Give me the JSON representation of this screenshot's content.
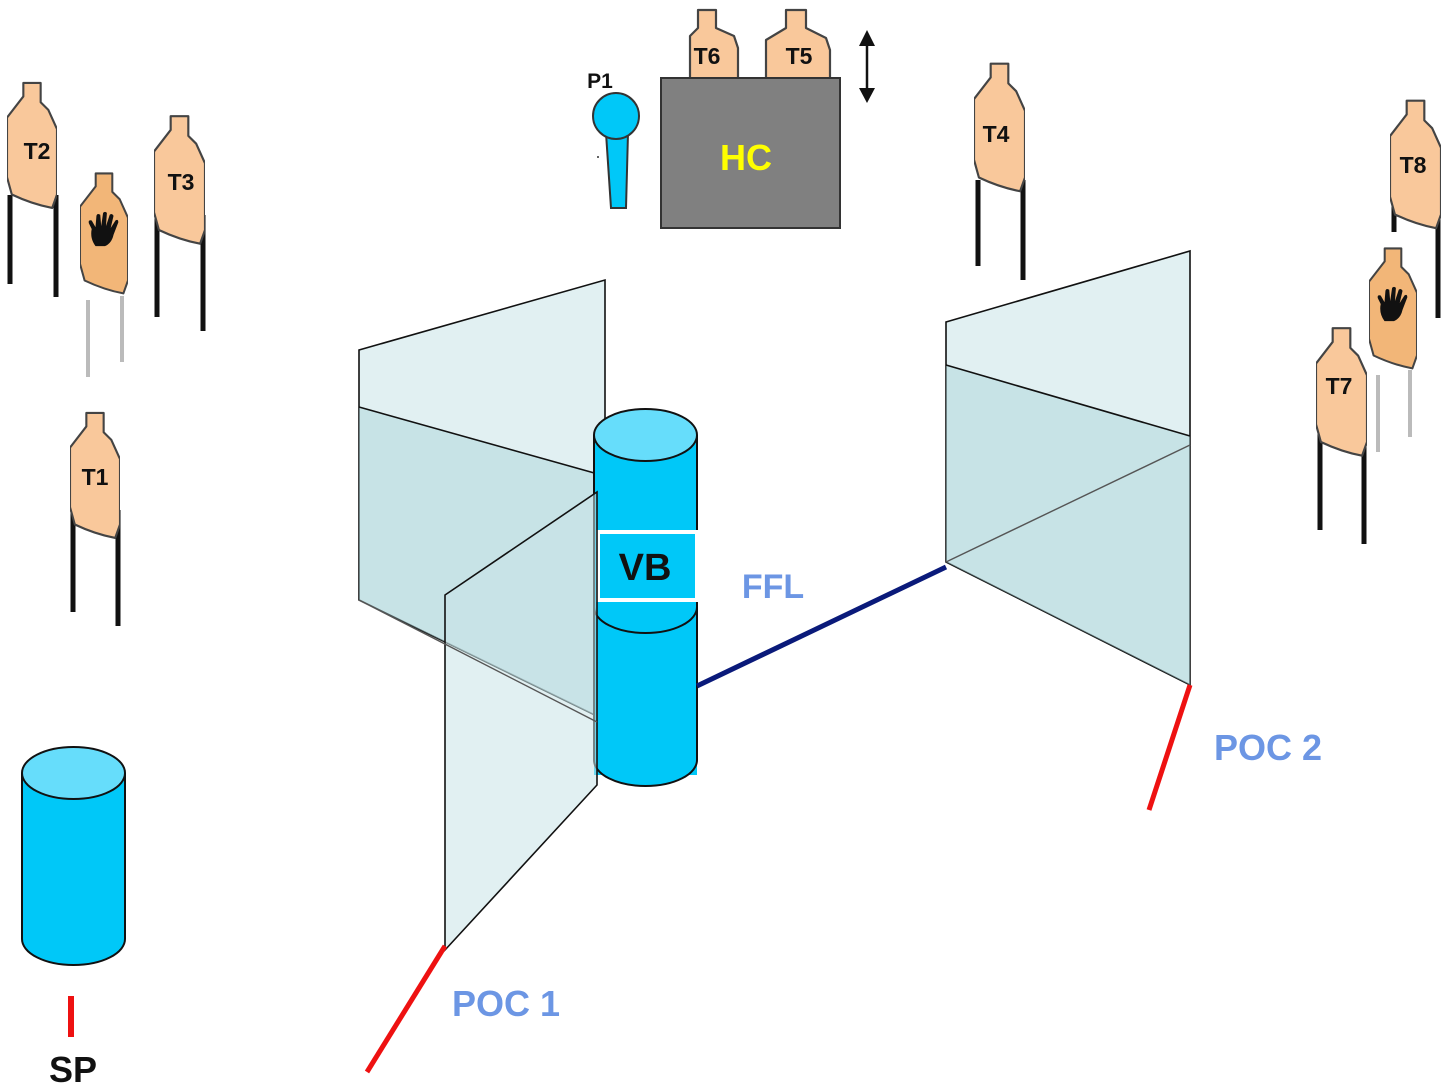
{
  "labels": {
    "t1": "T1",
    "t2": "T2",
    "t3": "T3",
    "t4": "T4",
    "t5": "T5",
    "t6": "T6",
    "t7": "T7",
    "t8": "T8",
    "p1": "P1",
    "hc": "HC",
    "vb": "VB",
    "ffl": "FFL",
    "poc1": "POC 1",
    "poc2": "POC 2",
    "sp": "SP"
  },
  "colors": {
    "target_fill": "#f9c89b",
    "target_hostage_fill": "#f2b678",
    "target_stroke": "#444444",
    "cylinder_body": "#00c8f8",
    "cylinder_top": "#66ddfb",
    "hc_box": "#808080",
    "hc_text": "#ffff00",
    "wall_fill": "#c8e4e8",
    "ffl_line": "#0a1a7a",
    "poc_line": "#ee1111",
    "label_blue": "#6c96e4",
    "leg_dark": "#111111",
    "leg_light": "#bbbbbb"
  },
  "icons": [
    "hand-icon",
    "double-arrow-icon",
    "target-silhouette-icon",
    "cylinder-icon"
  ]
}
